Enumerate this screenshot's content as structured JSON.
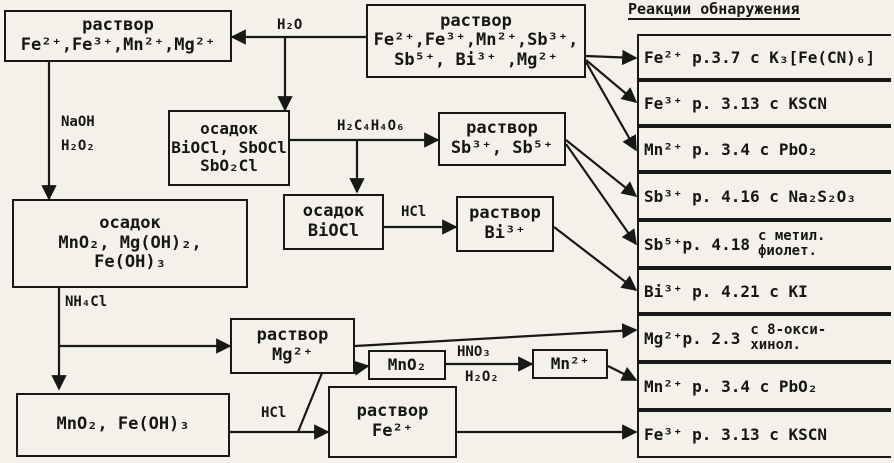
{
  "heading": "Реакции обнаружения",
  "boxes": {
    "start": {
      "title": "раствор",
      "line1": "Fe²⁺,Fe³⁺,Mn²⁺,Sb³⁺,",
      "line2": "Sb⁵⁺, Bi³⁺ ,Mg²⁺"
    },
    "sol_fe_mg": {
      "title": "раствор",
      "line1": "Fe²⁺,Fe³⁺,Mn²⁺,Mg²⁺"
    },
    "ppt_bi_sb": {
      "title": "осадок",
      "line1": "BiOCl, SbOCl",
      "line2": "SbO₂Cl"
    },
    "sol_sb": {
      "title": "раствор",
      "line1": "Sb³⁺, Sb⁵⁺"
    },
    "ppt_biocl": {
      "title": "осадок",
      "line1": "BiOCl"
    },
    "sol_bi": {
      "title": "раствор",
      "line1": "Bi³⁺"
    },
    "ppt_mn_mg_fe": {
      "title": "осадок",
      "line1": "MnO₂,  Mg(OH)₂,",
      "line2": "Fe(OH)₃"
    },
    "sol_mg": {
      "title": "раствор",
      "line1": "Mg²⁺"
    },
    "mno2": {
      "line1": "MnO₂"
    },
    "mn2": {
      "line1": "Mn²⁺"
    },
    "ppt_mn_fe": {
      "line1": "MnO₂,  Fe(OH)₃"
    },
    "sol_fe2": {
      "title": "раствор",
      "line1": "Fe²⁺"
    }
  },
  "labels": {
    "h2o": "H₂O",
    "h2c4h4o6": "H₂C₄H₄O₆",
    "hcl_bi": "HCl",
    "naoh": "NaOH",
    "h2o2_a": "H₂O₂",
    "nh4cl": "NH₄Cl",
    "hno3": "HNO₃",
    "h2o2_b": "H₂O₂",
    "hcl_fe": "HCl"
  },
  "detections": [
    "Fe²⁺ р.3.7 с K₃[Fe(CN)₆]",
    "Fe³⁺ р. 3.13  с KSCN",
    "Mn²⁺  р. 3.4 с PbO₂",
    "Sb³⁺ р. 4.16 с Na₂S₂O₃",
    "Sb⁵⁺р. 4.18",
    "Bi³⁺ р. 4.21 с KI",
    "Mg²⁺р. 2.3",
    "Mn²⁺  р. 3.4 с PbO₂",
    "Fe³⁺ р. 3.13 с KSCN"
  ],
  "detection_notes": {
    "sb5_line1": "с метил.",
    "sb5_line2": "фиолет.",
    "mg_line1": "с 8-окси-",
    "mg_line2": "хинол."
  }
}
